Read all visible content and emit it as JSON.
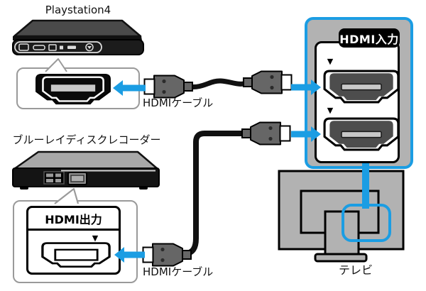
{
  "colors": {
    "accent": "#1b9de3",
    "panel_bg": "#b2b2b2",
    "port_fill": "#4d4d4d",
    "slot_fill": "#c8c8c8",
    "connector_fill": "#666666",
    "cable_color": "#111111",
    "callout_border": "#9a9a9a"
  },
  "icons": {
    "down_triangle": "▼"
  },
  "devices": {
    "ps4": {
      "label": "Playstation4"
    },
    "recorder": {
      "label": "ブルーレイディスクレコーダー"
    },
    "tv": {
      "label": "テレビ"
    }
  },
  "connections": {
    "hdmi_input_panel": {
      "title": "HDMI入力",
      "port_count": 2
    },
    "hdmi_output_callout": {
      "title": "HDMI出力"
    },
    "cable_top": {
      "label": "HDMIケーブル"
    },
    "cable_bottom": {
      "label": "HDMIケーブル"
    }
  }
}
